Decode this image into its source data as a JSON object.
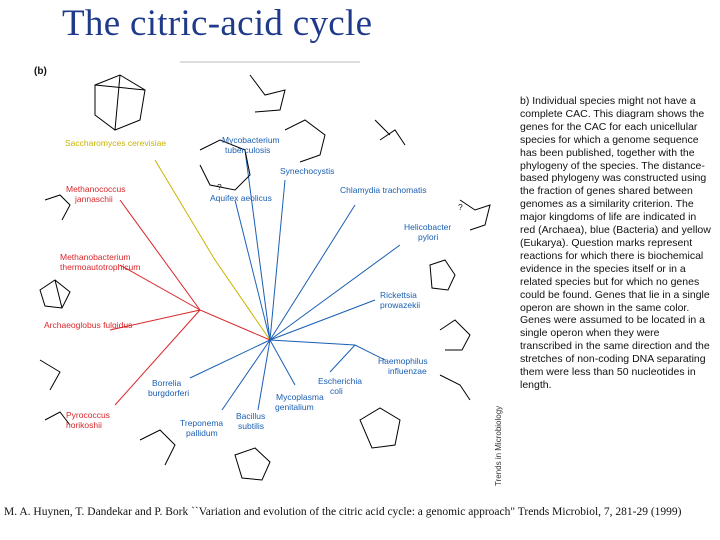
{
  "title": "The citric-acid cycle",
  "panel_label": "(b)",
  "description": "b) Individual species might not have a complete CAC. This diagram shows the genes for the CAC for each unicellular species for which a genome sequence has been published, together with the phylogeny of the species. The distance-based phylogeny was constructed using the fraction of genes shared between genomes as a similarity criterion. The major kingdoms of life are indicated in red (Archaea), blue (Bacteria) and yellow (Eukarya). Question marks represent reactions for which there is biochemical evidence in the species itself or in a related species but for which no genes could be found. Genes that lie in a single operon are shown in the same color. Genes were assumed to be located in a single operon when they were transcribed in the same direction and the stretches of non-coding DNA separating them were less than 50 nucleotides in length.",
  "journal_credit": "Trends in Microbiology",
  "citation": "M. A. Huynen, T. Dandekar and P. Bork ``Variation and evolution of the citric acid cycle: a genomic approach\" Trends Microbiol, 7, 281-29 (1999)",
  "colors": {
    "title": "#1f3a8a",
    "archaea": "#d9262a",
    "bacteria": "#1a5fb4",
    "eukarya": "#c8b400"
  },
  "species": {
    "saccharomyces": [
      "Saccharomyces cerevisiae"
    ],
    "mycobacterium": [
      "Mycobacterium",
      "tuberculosis"
    ],
    "synechocystis": [
      "Synechocystis"
    ],
    "chlamydia": [
      "Chlamydia trachomatis"
    ],
    "aquifex": [
      "Aquifex aeolicus"
    ],
    "mjannaschii": [
      "Methanococcus",
      "jannaschii"
    ],
    "mthermo": [
      "Methanobacterium",
      "thermoautotrophicum"
    ],
    "helicobacter": [
      "Helicobacter",
      "pylori"
    ],
    "rickettsia": [
      "Rickettsia",
      "prowazekii"
    ],
    "archaeoglobus": [
      "Archaeoglobus fulgidus"
    ],
    "haemophilus": [
      "Haemophilus",
      "influenzae"
    ],
    "escherichia": [
      "Escherichia",
      "coli"
    ],
    "borrelia": [
      "Borrelia",
      "burgdorferi"
    ],
    "mycoplasma": [
      "Mycoplasma",
      "genitalium"
    ],
    "pyrococcus": [
      "Pyrococcus",
      "horikoshii"
    ],
    "treponema": [
      "Treponema",
      "pallidum"
    ],
    "bacillus": [
      "Bacillus",
      "subtilis"
    ]
  },
  "question_marks": [
    "?",
    "?"
  ]
}
